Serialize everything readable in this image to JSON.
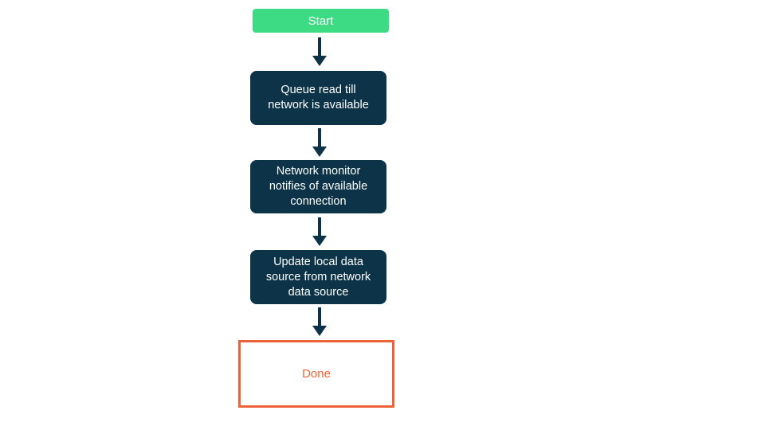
{
  "colors": {
    "start_bg": "#3ddc84",
    "node_bg": "#0c3347",
    "node_text": "#ffffff",
    "arrow": "#0c3347",
    "done_border": "#ee6237",
    "done_text": "#ee6237",
    "canvas_bg": "#ffffff"
  },
  "flowchart": {
    "start": {
      "label": "Start"
    },
    "nodes": [
      {
        "lines": [
          "Queue read till",
          "network is available"
        ]
      },
      {
        "lines": [
          "Network monitor",
          "notifies of available",
          "connection"
        ]
      },
      {
        "lines": [
          "Update local data",
          "source from network",
          "data source"
        ]
      }
    ],
    "done": {
      "label": "Done"
    }
  }
}
